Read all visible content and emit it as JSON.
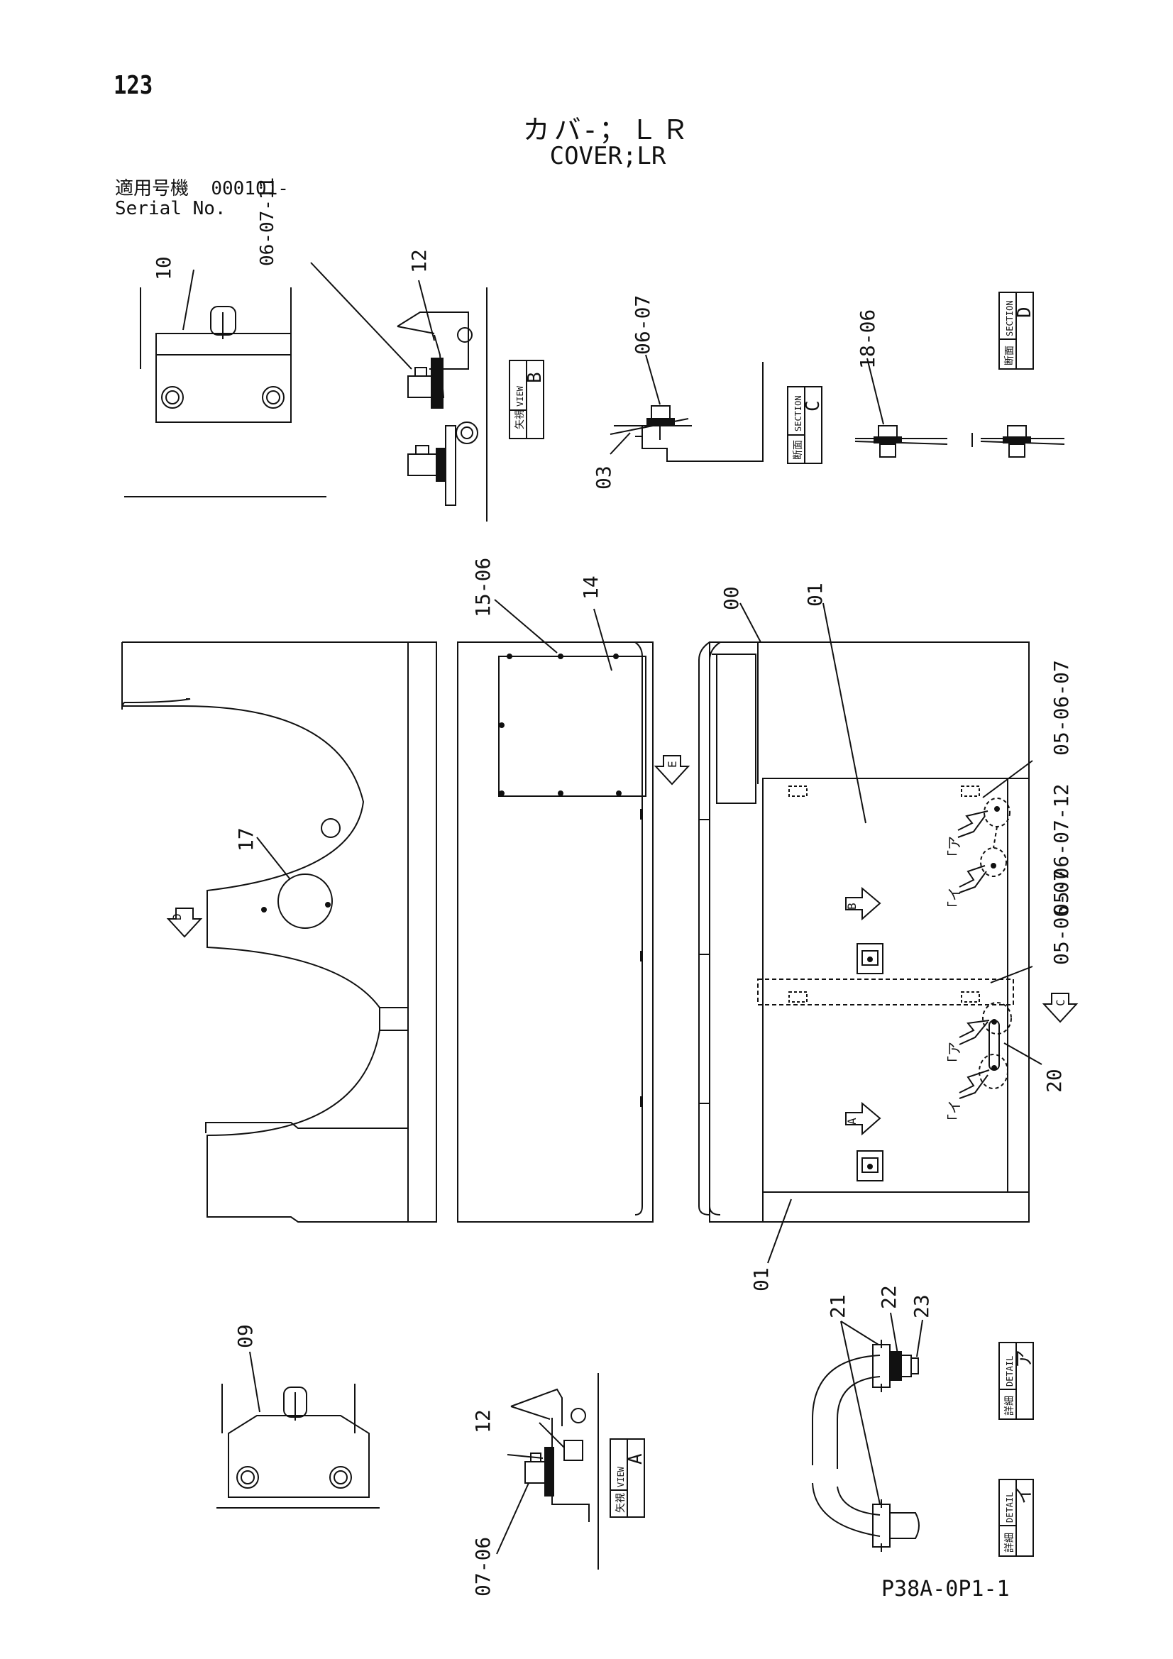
{
  "page_number": "123",
  "title_jp": "カバ-；ＬＲ",
  "title_en": "COVER;LR",
  "serial": {
    "label_jp": "適用号機",
    "value": "000101-",
    "label_en": "Serial No."
  },
  "footer_code": "P38A-0P1-1",
  "callouts": {
    "c10": "10",
    "c06_07_11": "06-07-11",
    "c12_top": "12",
    "c06_07": "06-07",
    "c03": "03",
    "c18_06": "18-06",
    "c15_06": "15-06",
    "c14": "14",
    "c00": "00",
    "c01_top": "01",
    "c05_06_07": "05-06-07",
    "c05_06_07_12": "05-06-07-12",
    "c05_06_07_b": "05-06-07",
    "c17": "17",
    "c20": "20",
    "c01_bottom": "01",
    "c09": "09",
    "c12_bottom": "12",
    "c07_06": "07-06",
    "c21": "21",
    "c22": "22",
    "c23": "23"
  },
  "view_labels": {
    "view_b": {
      "jp": "矢視",
      "en": "VIEW",
      "letter": "B"
    },
    "section_c": {
      "jp": "断面",
      "en": "SECTION",
      "letter": "C"
    },
    "section_d": {
      "jp": "断面",
      "en": "SECTION",
      "letter": "D"
    },
    "view_a": {
      "jp": "矢視",
      "en": "VIEW",
      "letter": "A"
    },
    "detail_a": {
      "jp": "詳細",
      "en": "DETAIL",
      "letter": "ア"
    },
    "detail_i": {
      "jp": "詳細",
      "en": "DETAIL",
      "letter": "イ"
    }
  },
  "arrow_letters": {
    "d": "D",
    "e": "E",
    "b": "B",
    "a": "A",
    "c": "C"
  },
  "detail_marks": {
    "a1": "「ア",
    "i1": "「イ",
    "a2": "「ア",
    "i2": "「イ"
  }
}
